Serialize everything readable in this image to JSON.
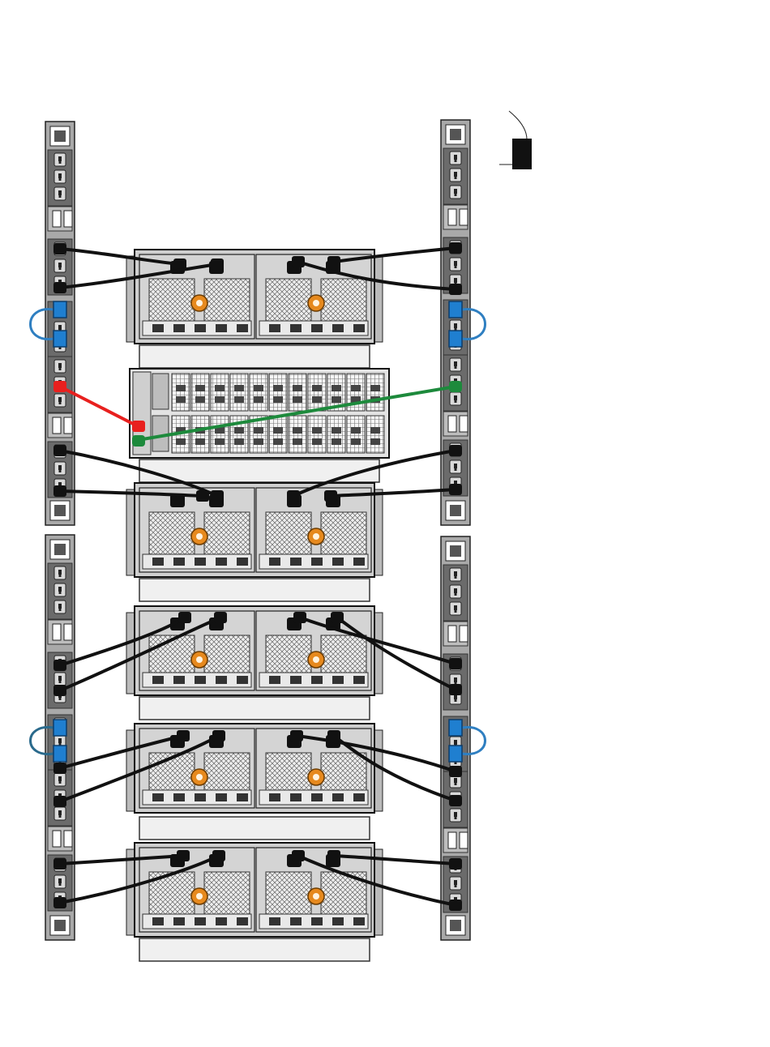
{
  "diagram": {
    "pdus": [
      {
        "id": "pdu-left-upper",
        "side": "left",
        "kind": "pdu"
      },
      {
        "id": "pdu-left-lower",
        "side": "left",
        "kind": "pdu"
      },
      {
        "id": "pdu-right-upper",
        "side": "right",
        "kind": "pdu"
      },
      {
        "id": "pdu-right-lower",
        "side": "right",
        "kind": "pdu"
      }
    ],
    "enclosures": [
      {
        "id": "enclosure-1",
        "kind": "disk-enclosure"
      },
      {
        "id": "storage-processor",
        "kind": "processor-enclosure"
      },
      {
        "id": "enclosure-2",
        "kind": "disk-enclosure"
      },
      {
        "id": "enclosure-3",
        "kind": "disk-enclosure"
      },
      {
        "id": "enclosure-4",
        "kind": "disk-enclosure"
      },
      {
        "id": "enclosure-5",
        "kind": "disk-enclosure"
      }
    ],
    "colors": {
      "power_cable": "#111111",
      "left_highlight_cable": "#e8201e",
      "right_highlight_cable": "#1d8a3c",
      "jumper_cable": "#2f7fc1",
      "jumper_cable_dark": "#2a6a8c",
      "chassis": "#d4d4d4",
      "chassis_dark": "#3a3a3a",
      "fan_orange": "#e6891e",
      "blue_outlet": "#1f7fd0"
    },
    "callout_icon": "black-box-callout-icon"
  }
}
